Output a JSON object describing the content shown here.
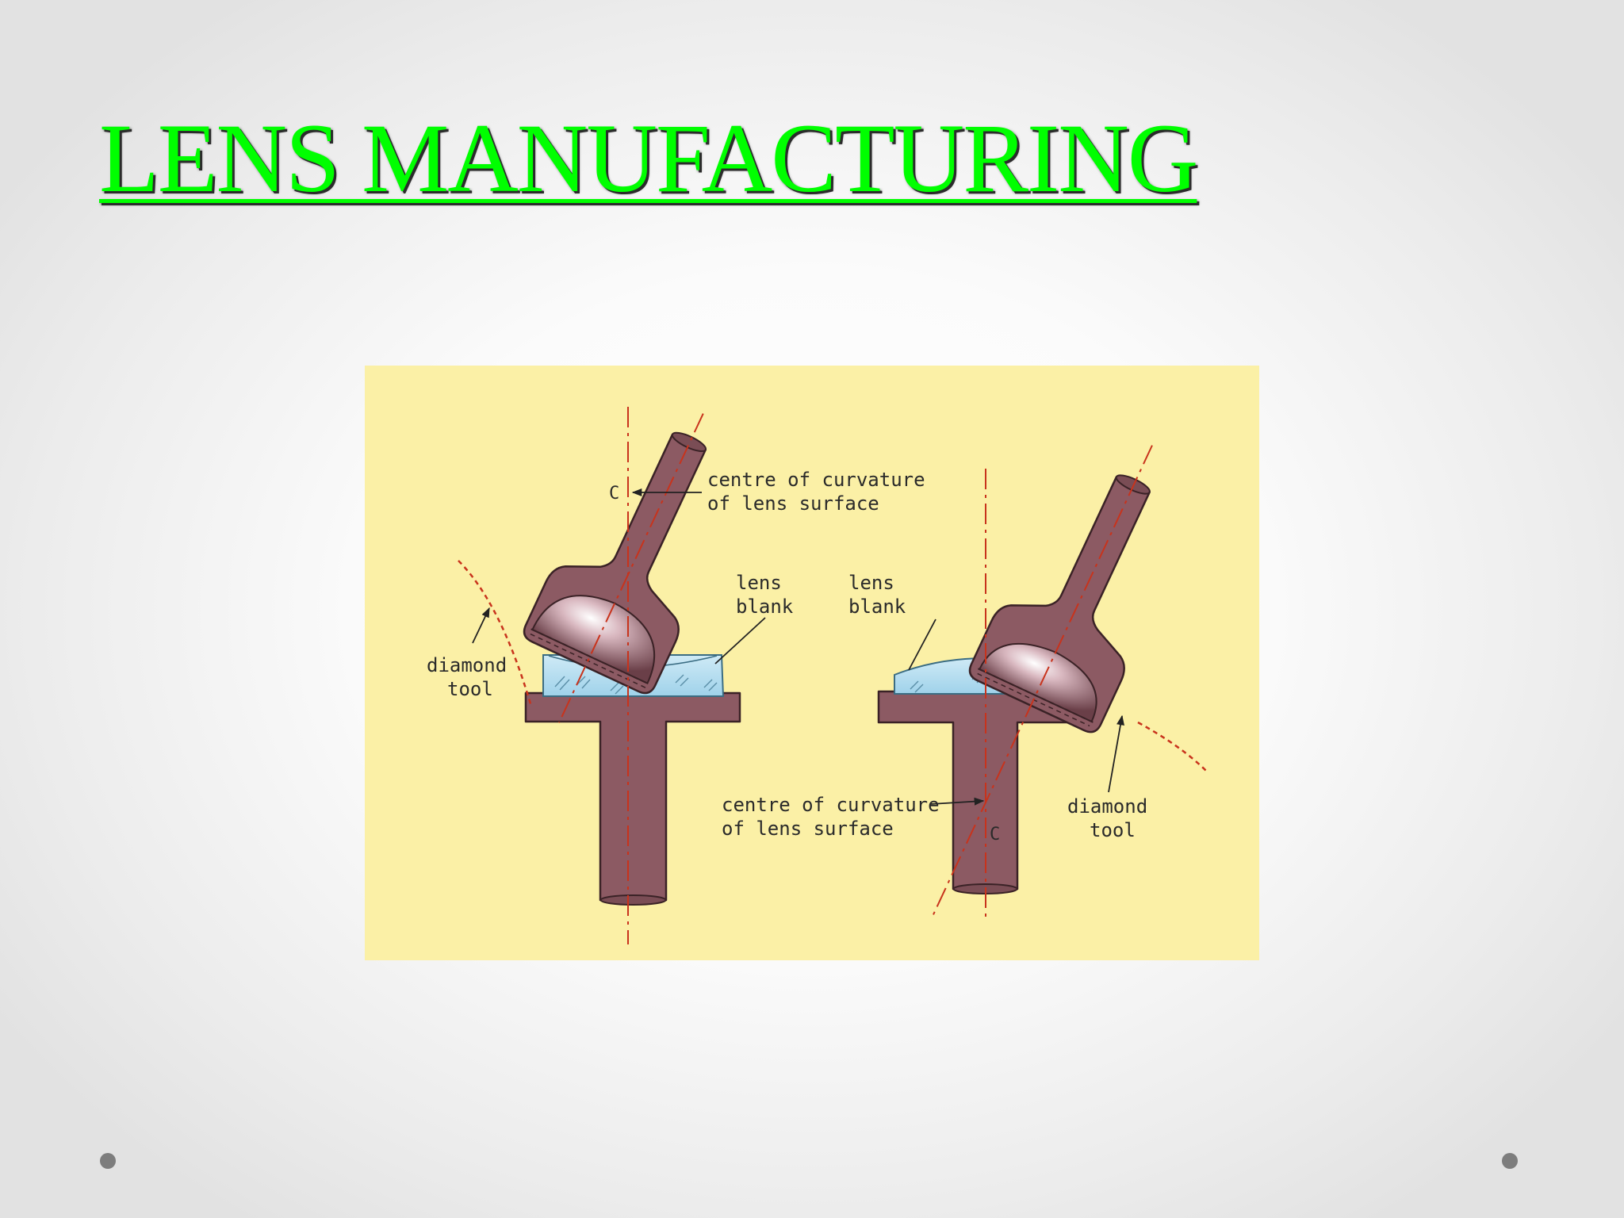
{
  "slide": {
    "title": "LENS MANUFACTURING"
  },
  "diagram": {
    "left": {
      "centre_label_line1": "centre of curvature",
      "centre_label_line2": "of lens surface",
      "lens_blank_line1": "lens",
      "lens_blank_line2": "blank",
      "tool_line1": "diamond",
      "tool_line2": "tool",
      "centre_point": "C"
    },
    "right": {
      "centre_label_line1": "centre of curvature",
      "centre_label_line2": "of lens surface",
      "lens_blank_line1": "lens",
      "lens_blank_line2": "blank",
      "tool_line1": "diamond",
      "tool_line2": "tool",
      "centre_point": "C"
    }
  },
  "colors": {
    "background_panel": "#fbf0a6",
    "machine_part": "#8c5a63",
    "lens_glass": "#a8d8ec",
    "axis_line": "#c8331c",
    "title_green": "#00ff00"
  },
  "navigation": {
    "dots": 2
  }
}
